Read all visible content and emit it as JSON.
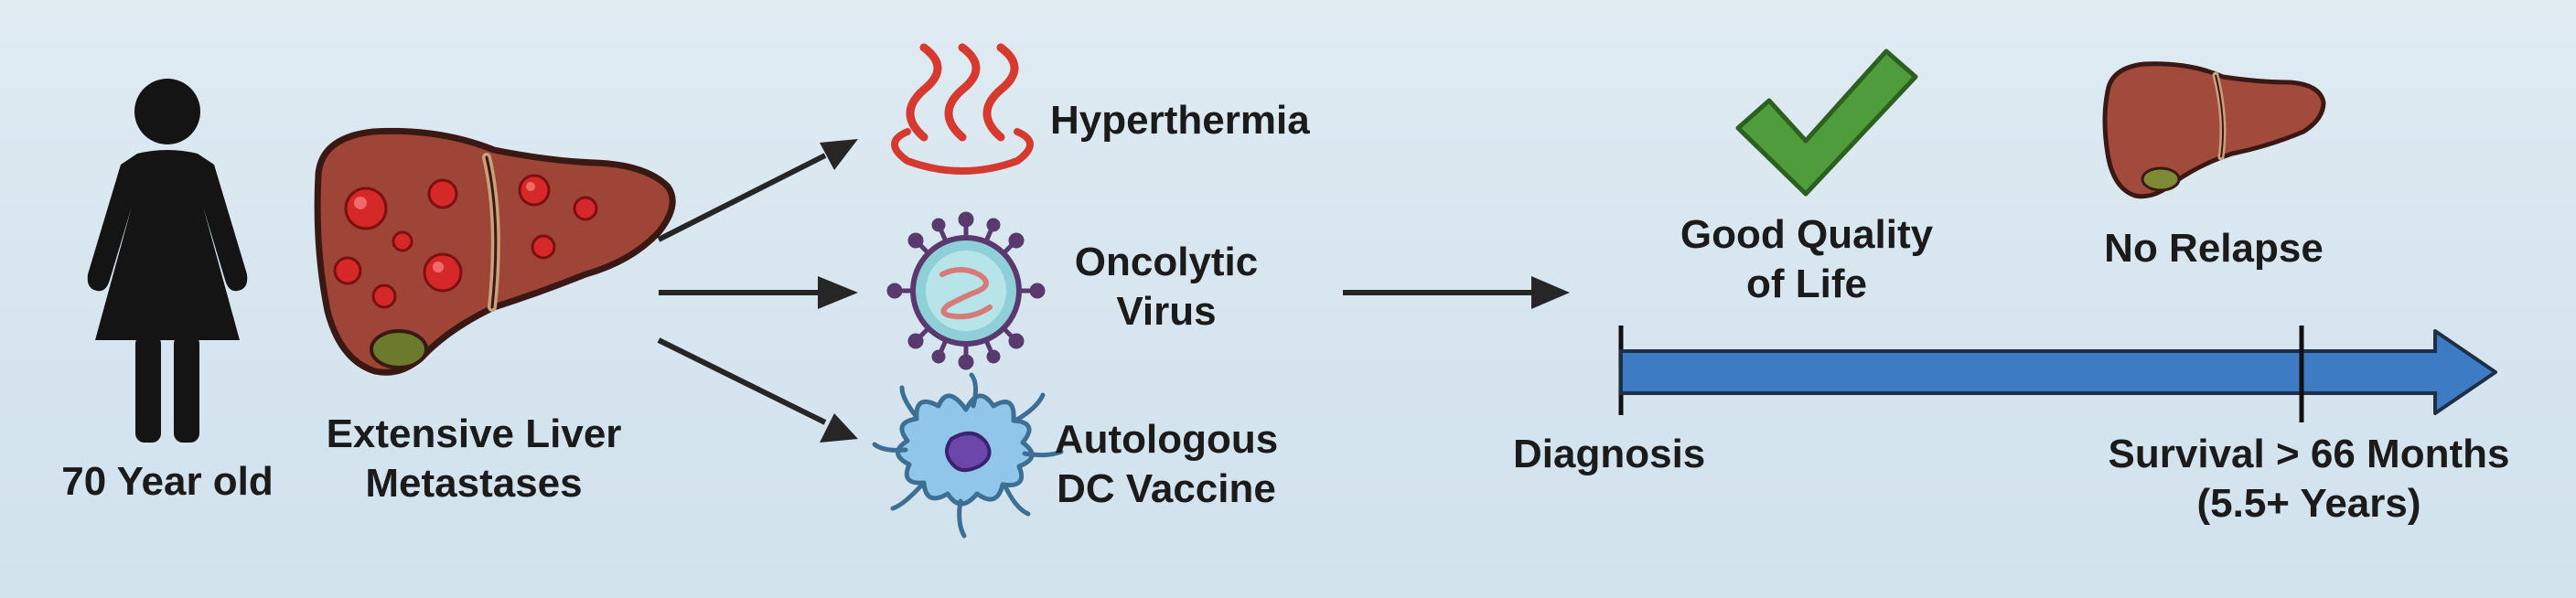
{
  "patient": {
    "age_label": "70 Year old"
  },
  "condition": {
    "line1": "Extensive Liver",
    "line2": "Metastases"
  },
  "treatments": [
    {
      "icon": "heat-waves-icon",
      "line1": "Hyperthermia",
      "line2": ""
    },
    {
      "icon": "virus-icon",
      "line1": "Oncolytic",
      "line2": "Virus"
    },
    {
      "icon": "dendritic-cell-icon",
      "line1": "Autologous",
      "line2": "DC Vaccine"
    }
  ],
  "outcomes": {
    "quality": {
      "icon": "checkmark-icon",
      "line1": "Good Quality",
      "line2": "of Life"
    },
    "relapse": {
      "icon": "healthy-liver-icon",
      "line1": "No Relapse"
    }
  },
  "timeline": {
    "start_label": "Diagnosis",
    "end_line1": "Survival > 66 Months",
    "end_line2": "(5.5+ Years)"
  },
  "colors": {
    "background": "#d8e6ef",
    "liver": "#a0473a",
    "tumor": "#d42a2a",
    "heat": "#d6392e",
    "virus": "#8fd0d8",
    "dc_cell": "#8fc6ea",
    "check": "#4e9c3c",
    "timeline_bar": "#3d7cc5"
  }
}
